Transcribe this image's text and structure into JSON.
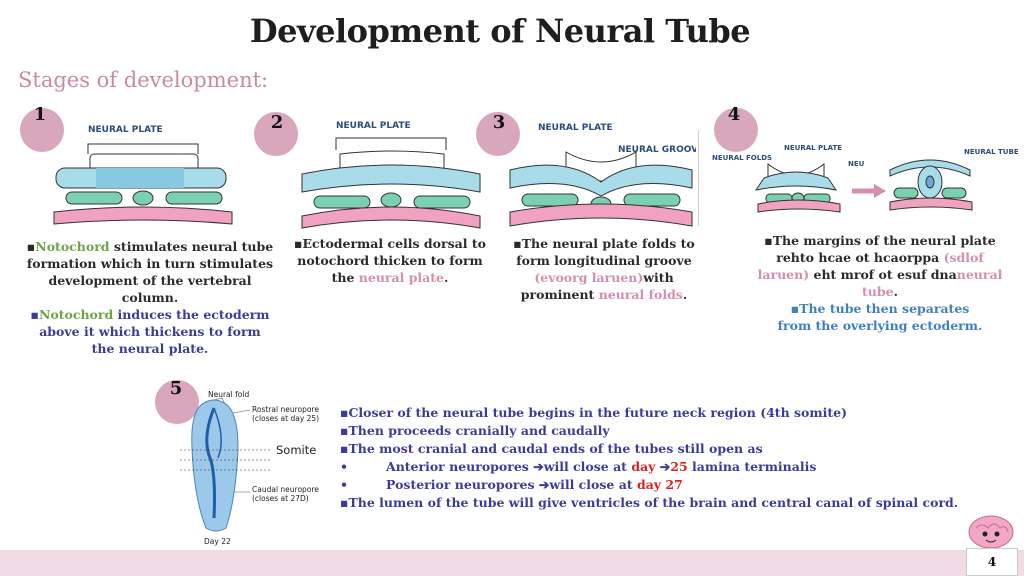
{
  "title": "Development of Neural Tube",
  "subtitle": "Stages of development:",
  "stages": {
    "s1": {
      "number": "1",
      "diagram_label": "NEURAL PLATE",
      "p1_a": "Notochord",
      "p1_b": " stimulates neural tube formation which in turn stimulates development of the vertebral column.",
      "p2_a": "Notochord",
      "p2_b": " induces the ectoderm above it which thickens to form the neural plate."
    },
    "s2": {
      "number": "2",
      "diagram_label": "NEURAL PLATE",
      "p1_a": "Ectodermal cells dorsal to notochord thicken to form the ",
      "p1_b": "neural plate",
      "p1_c": "."
    },
    "s3": {
      "number": "3",
      "diagram_label": "NEURAL PLATE",
      "diagram_label_2": "NEURAL GROOVE",
      "p1_a": "The neural plate folds to form longitudinal groove ",
      "p1_b": "(evoorg laruen)",
      "p1_c": "with prominent ",
      "p1_d": "neural folds",
      "p1_e": "."
    },
    "s4": {
      "number": "4",
      "diagram_label": "NEURAL PLATE",
      "diagram_label_2": "NEURAL TUBE",
      "diagram_label_3": "NEURAL FOLDS",
      "diagram_label_4": "NEU",
      "p1_a": "The margins of the neural plate rehto hcae ot hcaorppa ",
      "p1_b": "(sdlof laruen)",
      "p1_c": " eht mrof ot esuf dna",
      "p1_d": "neural tube",
      "p1_e": ".",
      "p2": "The tube then separates from the overlying ectoderm."
    },
    "s5": {
      "number": "5",
      "fig_neural_fold": "Neural fold",
      "fig_rostral": "Rostral neuropore",
      "fig_rostral_2": "(closes at day 25)",
      "fig_somite": "Somite",
      "fig_caudal": "Caudal neuropore",
      "fig_caudal_2": "(closes at 27D)",
      "fig_day": "Day 22",
      "line1": "▪Closer of the neural tube begins in the future neck region (4th somite)",
      "line2": "▪Then proceeds cranially and caudally",
      "line3": "▪The most cranial and caudal ends of the tubes still open as",
      "line4_bullet": "•",
      "line4_a": "Anterior neuropores",
      "line4_arrow1": "➔",
      "line4_b": "will close at ",
      "line4_c": "day",
      "line4_arrow2": "➔",
      "line4_d": "25",
      "line4_e": " lamina terminalis",
      "line5_bullet": "•",
      "line5_a": "Posterior neuropores",
      "line5_arrow": "➔",
      "line5_b": "will close at ",
      "line5_c": "day 27",
      "line6": "▪The lumen of the tube will give  ventricles of the brain and central canal of spinal cord."
    }
  },
  "page_number": "4",
  "colors": {
    "circle": "#d9a7bc",
    "neural_blue": "#a8dcea",
    "notochord_green": "#7cd0b2",
    "mesoderm_pink": "#f0a2c0",
    "text_purple": "#3d3a9c",
    "highlight_red": "#e02020"
  }
}
